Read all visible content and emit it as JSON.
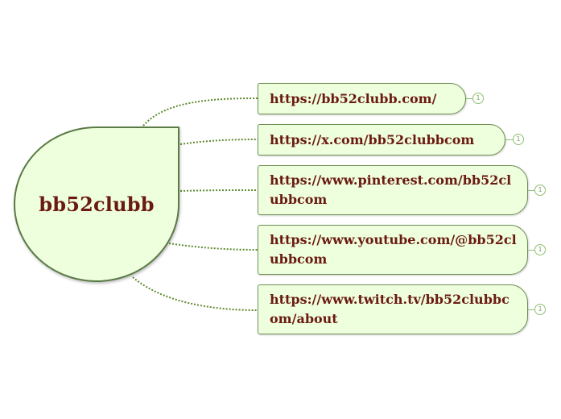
{
  "root": {
    "label": "bb52clubb"
  },
  "nodes": [
    {
      "label": "https://bb52clubb.com/",
      "count": "1"
    },
    {
      "label": "https://x.com/bb52clubbcom",
      "count": "1"
    },
    {
      "label": "https://www.pinterest.com/bb52clubbcom",
      "count": "1"
    },
    {
      "label": "https://www.youtube.com/@bb52clubbcom",
      "count": "1"
    },
    {
      "label": "https://www.twitch.tv/bb52clubbcom/about",
      "count": "1"
    }
  ],
  "colors": {
    "node_fill": "#eeffdd",
    "node_border": "#6f8f55",
    "text": "#6b1a12",
    "connector": "#5e8a2e",
    "badge": "#8fbf72"
  }
}
